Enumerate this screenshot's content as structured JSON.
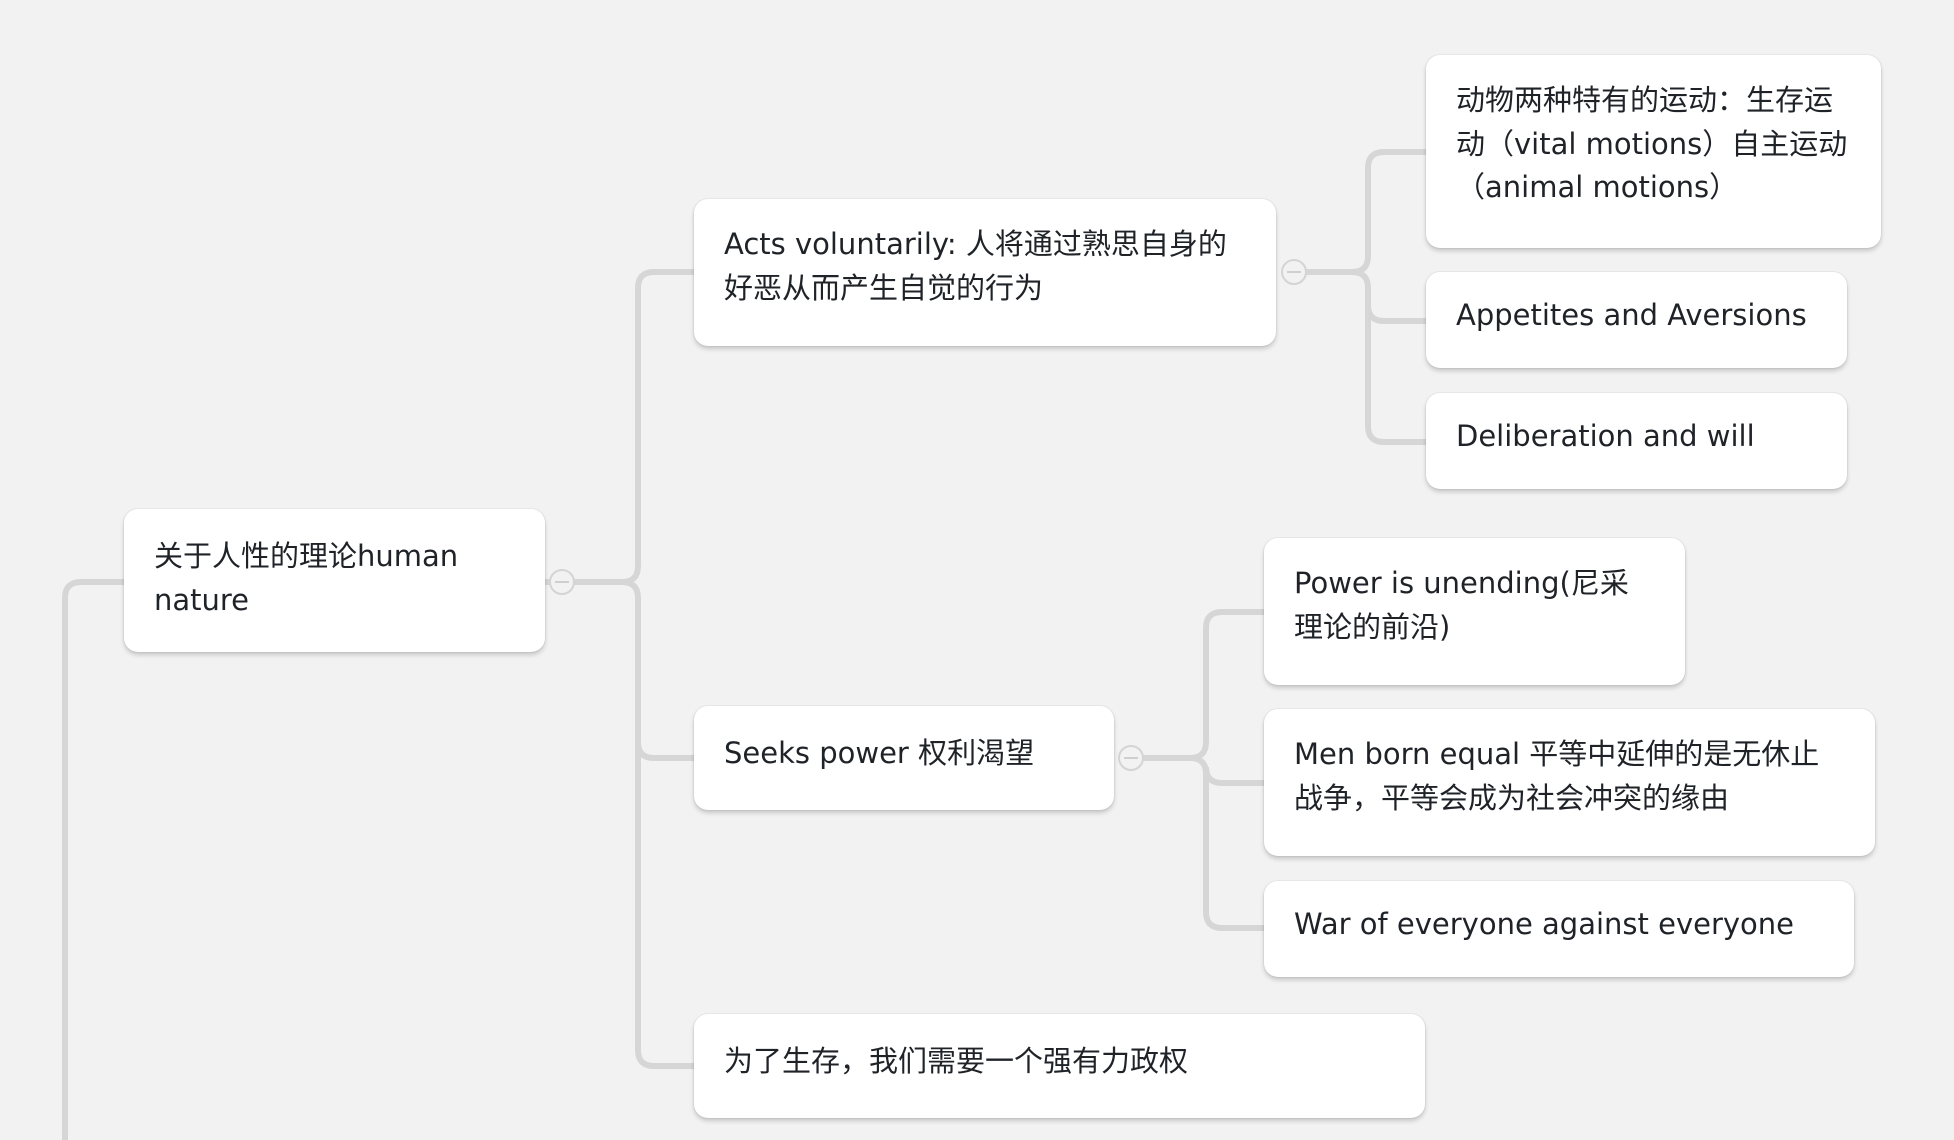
{
  "mindmap": {
    "root": {
      "label": "关于人性的理论human nature"
    },
    "branches": [
      {
        "label": "Acts voluntarily: 人将通过熟思自身的好恶从而产生自觉的行为",
        "children": [
          {
            "label": "动物两种特有的运动：生存运动（vital motions）自主运动（animal motions）"
          },
          {
            "label": "Appetites and Aversions"
          },
          {
            "label": "Deliberation and will"
          }
        ]
      },
      {
        "label": "Seeks power 权利渴望",
        "children": [
          {
            "label": "Power is unending(尼采理论的前沿)"
          },
          {
            "label": "Men born equal 平等中延伸的是无休止战争，平等会成为社会冲突的缘由"
          },
          {
            "label": "War of everyone against everyone"
          }
        ]
      },
      {
        "label": "为了生存，我们需要一个强有力政权"
      }
    ],
    "connector_color": "#d6d6d6",
    "background_color": "#f2f2f2"
  }
}
